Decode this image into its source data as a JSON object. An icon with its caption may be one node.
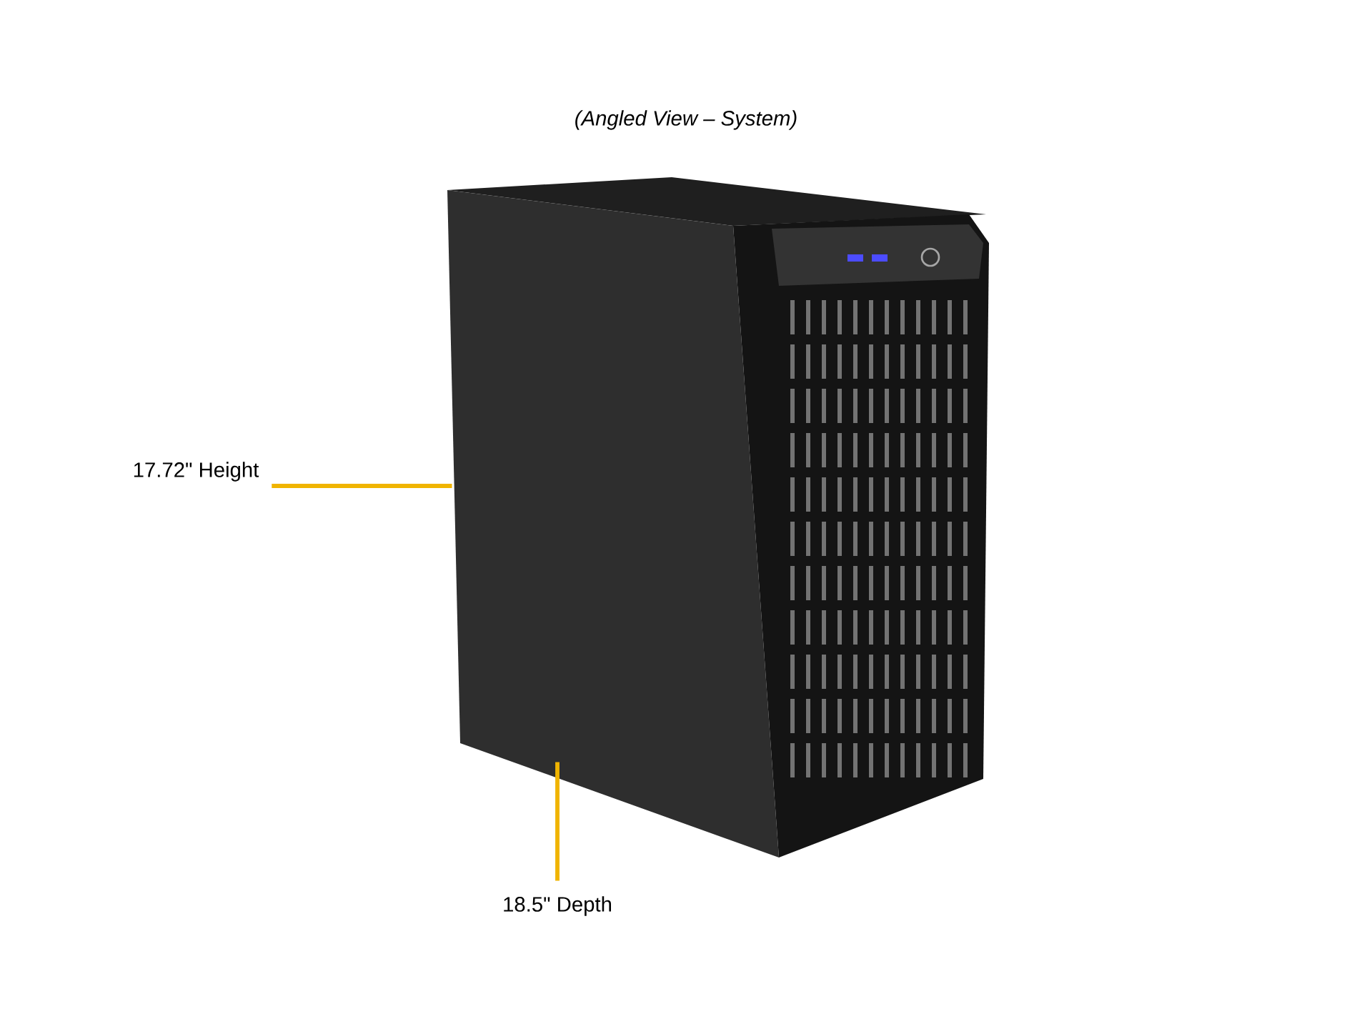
{
  "diagram": {
    "title": "(Angled View – System)",
    "nodes": [
      {
        "text": [],
        "shape": "picture"
      },
      {
        "text": [
          "17.72\" Height"
        ]
      },
      {
        "text": [
          "18.5\" Depth"
        ]
      }
    ],
    "edges": [
      {
        "from": 1,
        "to": 0,
        "arrow": "none"
      },
      {
        "from": 2,
        "to": 0,
        "arrow": "none"
      }
    ]
  }
}
